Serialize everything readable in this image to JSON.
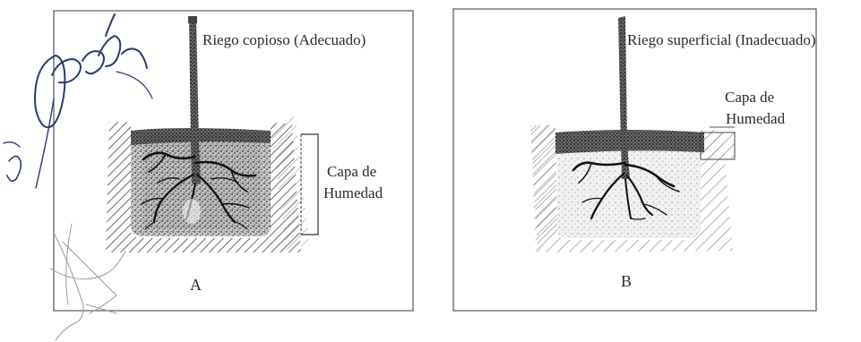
{
  "panel_a": {
    "title": "Riego copioso (Adecuado)",
    "layer_label_line1": "Capa de",
    "layer_label_line2": "Humedad",
    "letter": "A"
  },
  "panel_b": {
    "title": "Riego superficial (Inadecuado)",
    "layer_label_line1": "Capa de",
    "layer_label_line2": "Humedad",
    "letter": "B"
  },
  "handwriting": {
    "scribble": "Ocde"
  }
}
